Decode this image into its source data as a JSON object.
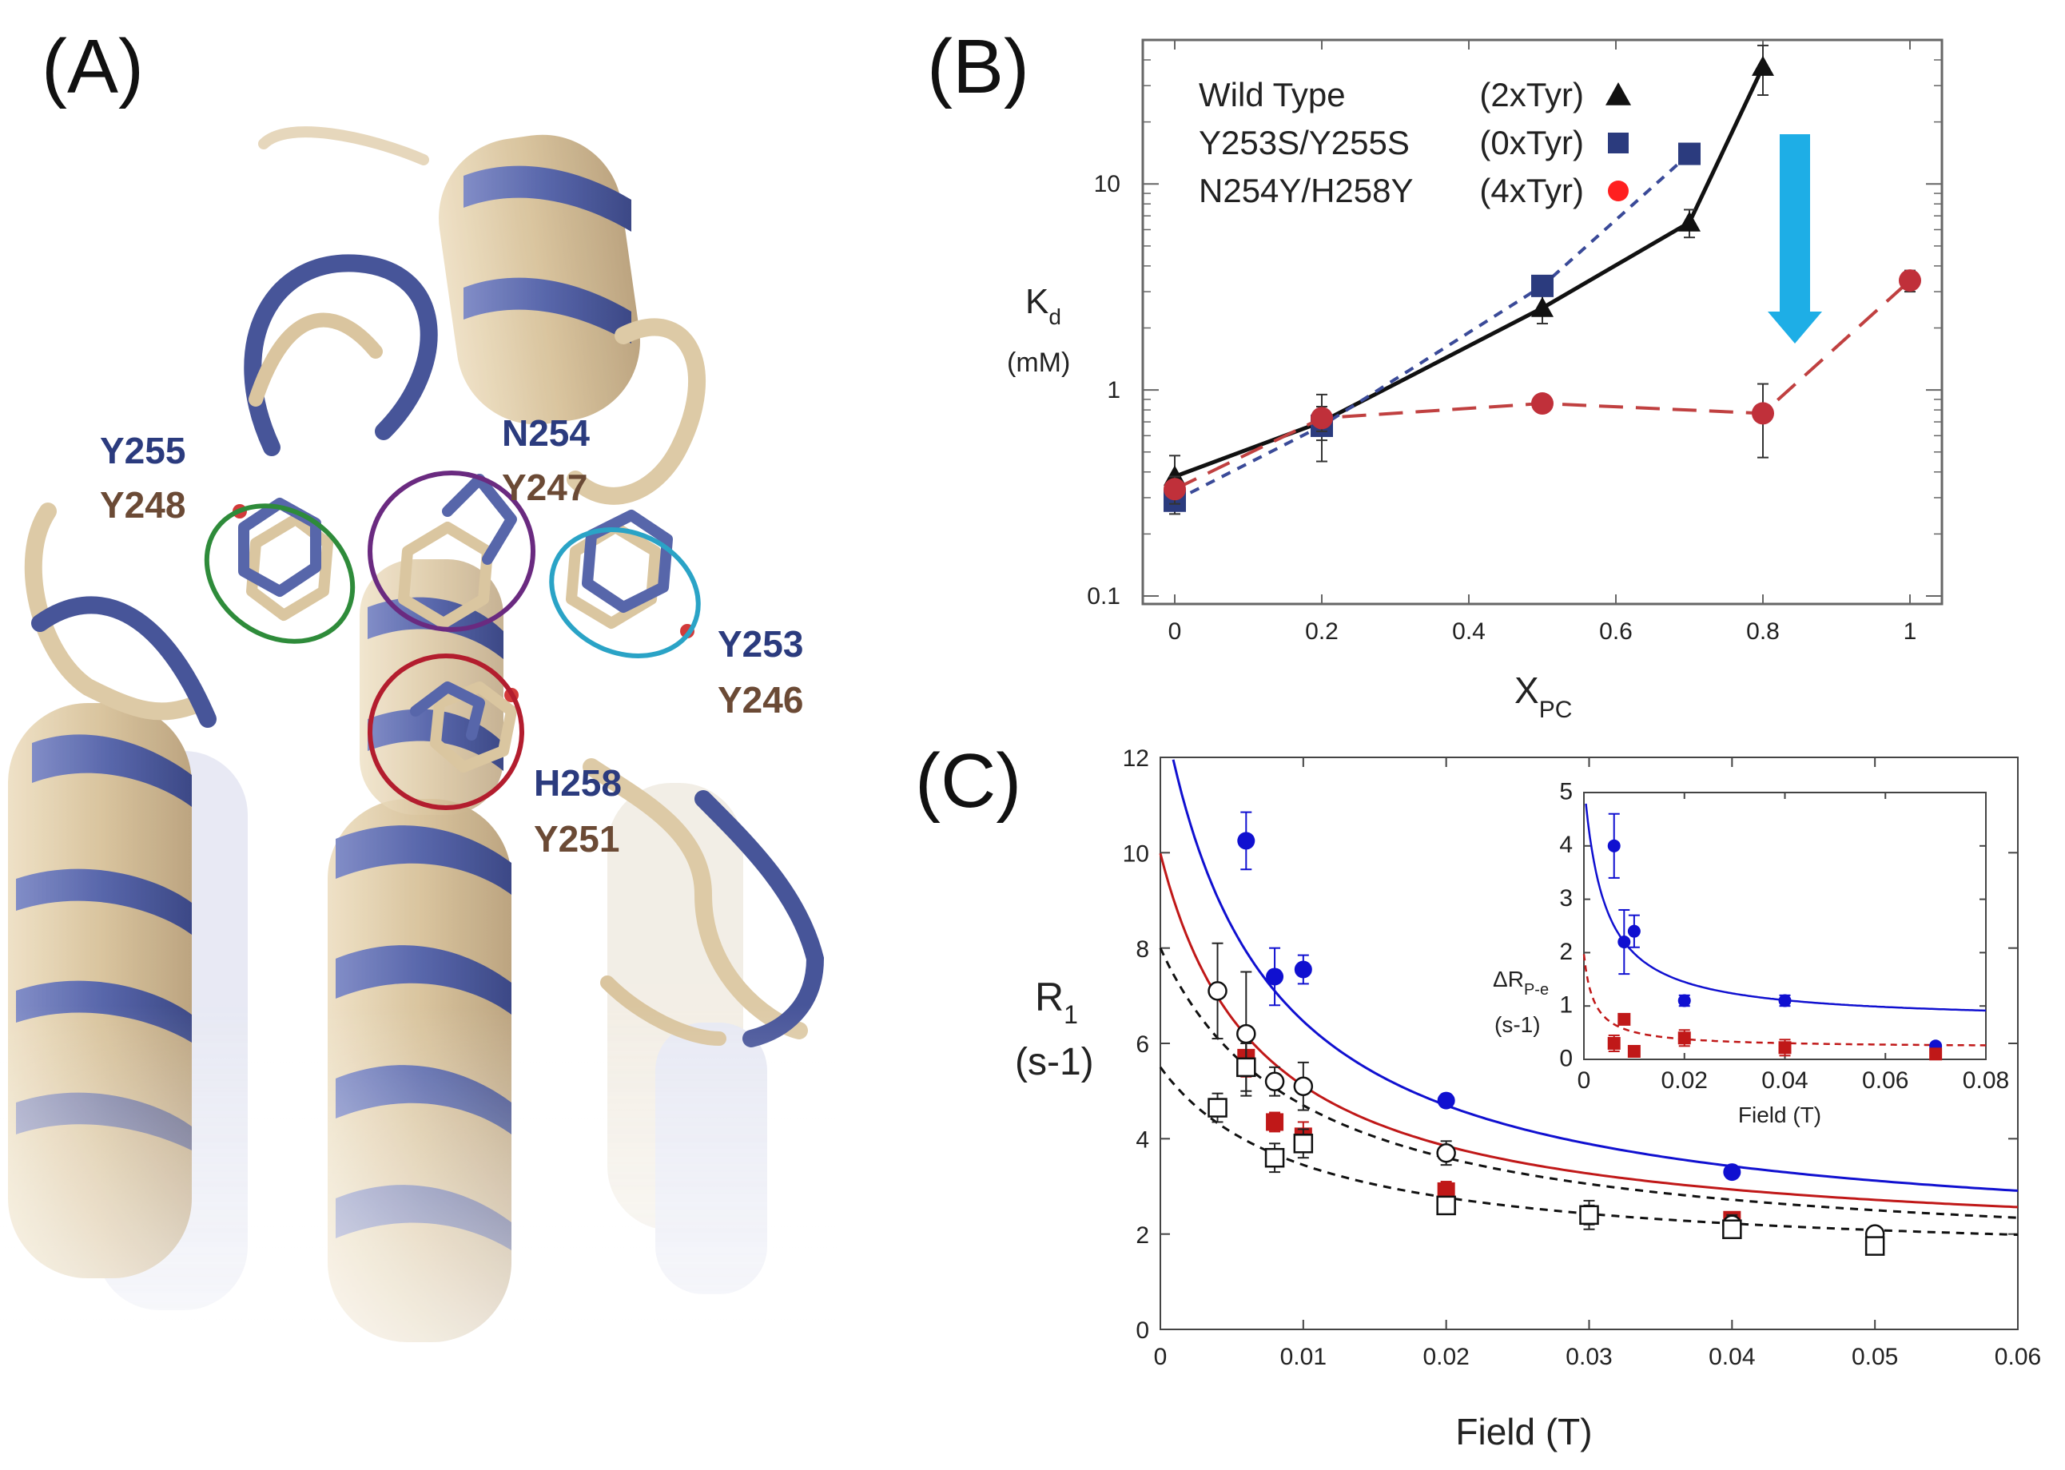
{
  "panels": {
    "a": "(A)",
    "b": "(B)",
    "c": "(C)"
  },
  "residues": {
    "y255": "Y255",
    "y248": "Y248",
    "n254": "N254",
    "y247": "Y247",
    "y253": "Y253",
    "y246": "Y246",
    "h258": "H258",
    "y251": "Y251"
  },
  "colors": {
    "blue_protein": "#4f5ea6",
    "wheat_protein": "#dcc8a2",
    "ring_green": "#2e8b3a",
    "ring_purple": "#6a2a80",
    "ring_cyan": "#2aa3c6",
    "ring_red": "#b31d2e",
    "arrow": "#1eaee6"
  },
  "chart_data": [
    {
      "panel": "B",
      "type": "line",
      "xlabel": "X",
      "xlabel_sub": "PC",
      "ylabel": "K",
      "ylabel_sub": "d",
      "ylabel_unit": "(mM)",
      "xlim": [
        0,
        1
      ],
      "ylim": [
        0.1,
        50
      ],
      "yscale": "log",
      "xticks": [
        "0",
        "0.2",
        "0.4",
        "0.6",
        "0.8",
        "1"
      ],
      "yticks": [
        "0.1",
        "1",
        "10"
      ],
      "legend_position": "top-left",
      "annotation": "arrow pointing down at X=0.8",
      "series": [
        {
          "name": "Wild Type",
          "tag": "(2xTyr)",
          "marker": "triangle",
          "color": "#111111",
          "line": "solid",
          "x": [
            0,
            0.2,
            0.5,
            0.7,
            0.8
          ],
          "y": [
            0.38,
            0.7,
            2.5,
            6.5,
            37
          ],
          "err": [
            0.1,
            0.25,
            0.4,
            1.0,
            10
          ]
        },
        {
          "name": "Y253S/Y255S",
          "tag": "(0xTyr)",
          "marker": "square",
          "color": "#2b3b7e",
          "line": "dashed",
          "x": [
            0,
            0.2,
            0.5,
            0.7
          ],
          "y": [
            0.29,
            0.67,
            3.2,
            14
          ],
          "err": [
            0.04,
            0.1,
            0.3,
            1.0
          ]
        },
        {
          "name": "N254Y/H258Y",
          "tag": "(4xTyr)",
          "marker": "circle",
          "color": "#c02020",
          "line": "longdash",
          "x": [
            0,
            0.2,
            0.5,
            0.8,
            1.0
          ],
          "y": [
            0.33,
            0.73,
            0.86,
            0.77,
            3.4
          ],
          "err": [
            0.05,
            0.1,
            0.05,
            0.3,
            0.4
          ]
        }
      ]
    },
    {
      "panel": "C",
      "type": "scatter",
      "xlabel": "Field (T)",
      "ylabel": "R",
      "ylabel_sub": "1",
      "ylabel_unit": "(s-1)",
      "xlim": [
        0,
        0.06
      ],
      "ylim": [
        0,
        12
      ],
      "xticks": [
        "0",
        "0.01",
        "0.02",
        "0.03",
        "0.04",
        "0.05",
        "0.06"
      ],
      "yticks": [
        "0",
        "2",
        "4",
        "6",
        "8",
        "10",
        "12"
      ],
      "series": [
        {
          "marker": "filled-circle",
          "color": "#1010d0",
          "x": [
            0.006,
            0.008,
            0.01,
            0.02,
            0.04
          ],
          "y": [
            10.25,
            7.4,
            7.55,
            4.8,
            3.3
          ],
          "err": [
            0.6,
            0.6,
            0.3,
            0.1,
            0.1
          ]
        },
        {
          "marker": "filled-square",
          "color": "#c01818",
          "x": [
            0.006,
            0.008,
            0.01,
            0.02,
            0.04
          ],
          "y": [
            5.7,
            4.35,
            4.05,
            2.9,
            2.3
          ],
          "err": [
            0.4,
            0.2,
            0.3,
            0.2,
            0.1
          ]
        },
        {
          "marker": "open-circle",
          "color": "#111111",
          "x": [
            0.004,
            0.006,
            0.008,
            0.01,
            0.02,
            0.03,
            0.04,
            0.05
          ],
          "y": [
            7.1,
            6.2,
            5.2,
            5.1,
            3.7,
            2.4,
            2.2,
            2.0
          ],
          "err": [
            1.0,
            1.3,
            0.3,
            0.5,
            0.25,
            0.3,
            0.2,
            0.1
          ]
        },
        {
          "marker": "open-square",
          "color": "#111111",
          "x": [
            0.004,
            0.006,
            0.008,
            0.01,
            0.02,
            0.03,
            0.04,
            0.05
          ],
          "y": [
            4.65,
            5.5,
            3.6,
            3.9,
            2.6,
            2.4,
            2.1,
            1.75
          ],
          "err": [
            0.3,
            0.5,
            0.3,
            0.3,
            0.15,
            0.2,
            0.1,
            0.1
          ]
        }
      ],
      "fits": [
        {
          "color": "#1010d0",
          "style": "solid",
          "A": 1.7,
          "B": 0.081,
          "f0": 0.007
        },
        {
          "color": "#c01818",
          "style": "solid",
          "A": 1.7,
          "B": 0.058,
          "f0": 0.007
        },
        {
          "color": "#111111",
          "style": "dashed",
          "A": 1.4,
          "B": 0.066,
          "f0": 0.01
        },
        {
          "color": "#111111",
          "style": "dashed",
          "A": 1.4,
          "B": 0.041,
          "f0": 0.01
        }
      ]
    },
    {
      "panel": "C-inset",
      "type": "scatter",
      "xlabel": "Field (T)",
      "ylabel": "ΔR",
      "ylabel_sub": "P-e",
      "ylabel_unit": "(s-1)",
      "xlim": [
        0,
        0.08
      ],
      "ylim": [
        0,
        5
      ],
      "xticks": [
        "0",
        "0.02",
        "0.04",
        "0.06",
        "0.08"
      ],
      "yticks": [
        "0",
        "1",
        "2",
        "3",
        "4",
        "5"
      ],
      "series": [
        {
          "marker": "filled-circle",
          "color": "#1010d0",
          "x": [
            0.006,
            0.008,
            0.01,
            0.02,
            0.04,
            0.07
          ],
          "y": [
            4.0,
            2.2,
            2.4,
            1.1,
            1.1,
            0.25
          ],
          "err": [
            0.6,
            0.6,
            0.3,
            0.1,
            0.1,
            0.05
          ]
        },
        {
          "marker": "filled-square",
          "color": "#c01818",
          "x": [
            0.006,
            0.008,
            0.01,
            0.02,
            0.04,
            0.07
          ],
          "y": [
            0.3,
            0.75,
            0.15,
            0.4,
            0.22,
            0.1
          ],
          "err": [
            0.15,
            0.05,
            0.1,
            0.15,
            0.15,
            0.05
          ]
        }
      ],
      "fits": [
        {
          "color": "#1010d0",
          "style": "solid",
          "A": 0.7,
          "B": 0.018,
          "f0": 0.004
        },
        {
          "color": "#c01818",
          "style": "dashed",
          "A": 0.22,
          "B": 0.0035,
          "f0": 0.002
        }
      ]
    }
  ]
}
